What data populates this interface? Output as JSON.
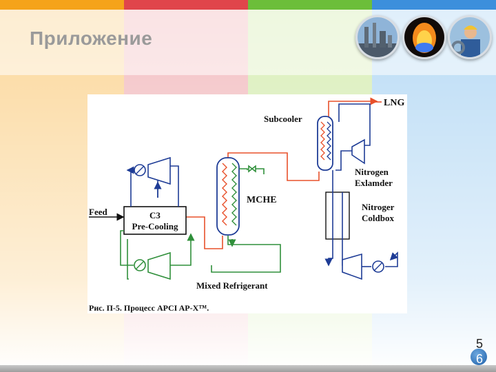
{
  "slide": {
    "title": "Приложение",
    "page_number_line1": "5",
    "page_number_line2": "6"
  },
  "photos": [
    {
      "icon": "refinery-photo"
    },
    {
      "icon": "gas-flame-photo"
    },
    {
      "icon": "worker-photo"
    }
  ],
  "diagram": {
    "labels": {
      "lng": "LNG",
      "subcooler": "Subcooler",
      "nitrogen_expander_1": "Nitrogen",
      "nitrogen_expander_2": "Exlamder",
      "mche": "MCHE",
      "nitrogen_coldbox_1": "Nitroger",
      "nitrogen_coldbox_2": "Coldbox",
      "feed": "Feed",
      "c3_1": "C3",
      "c3_2": "Pre-Cooling",
      "mixed_refrigerant": "Mixed Refrigerant"
    },
    "caption": "Рис. П-5. Процесс APCI AP-X™.",
    "colors": {
      "hot": "#e8502a",
      "mr": "#2f8f3a",
      "n2": "#1e3c96"
    }
  }
}
